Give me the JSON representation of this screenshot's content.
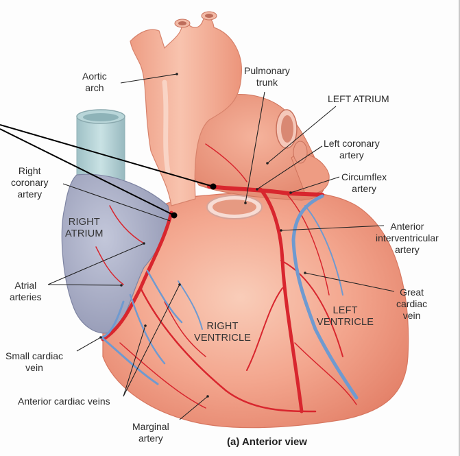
{
  "figure": {
    "caption": "(a) Anterior view",
    "colors": {
      "heart_tissue": "#f3a48c",
      "heart_shadow": "#e07f66",
      "heart_highlight": "#f9c9b6",
      "right_atrium": "#a9aec6",
      "superior_vena_cava": "#b4d2d6",
      "artery": "#d8262e",
      "vein": "#6f9ad0",
      "leader_line": "#222222",
      "pointer_line": "#000000",
      "background": "#fdfdfd"
    }
  },
  "labels": {
    "aortic_arch": "Aortic\narch",
    "pulmonary_trunk": "Pulmonary\ntrunk",
    "left_atrium": "LEFT ATRIUM",
    "left_coronary_artery": "Left coronary\nartery",
    "circumflex_artery": "Circumflex\nartery",
    "anterior_interventricular_artery": "Anterior\ninterventricular\nartery",
    "great_cardiac_vein": "Great\ncardiac\nvein",
    "left_ventricle": "LEFT\nVENTRICLE",
    "right_ventricle": "RIGHT\nVENTRICLE",
    "right_atrium": "RIGHT\nATRIUM",
    "right_coronary_artery": "Right\ncoronary\nartery",
    "atrial_arteries": "Atrial\narteries",
    "small_cardiac_vein": "Small cardiac\nvein",
    "anterior_cardiac_veins": "Anterior cardiac veins",
    "marginal_artery": "Marginal\nartery"
  },
  "pointers": {
    "count": 2,
    "targets": [
      "left coronary artery origin",
      "right coronary artery origin"
    ]
  }
}
